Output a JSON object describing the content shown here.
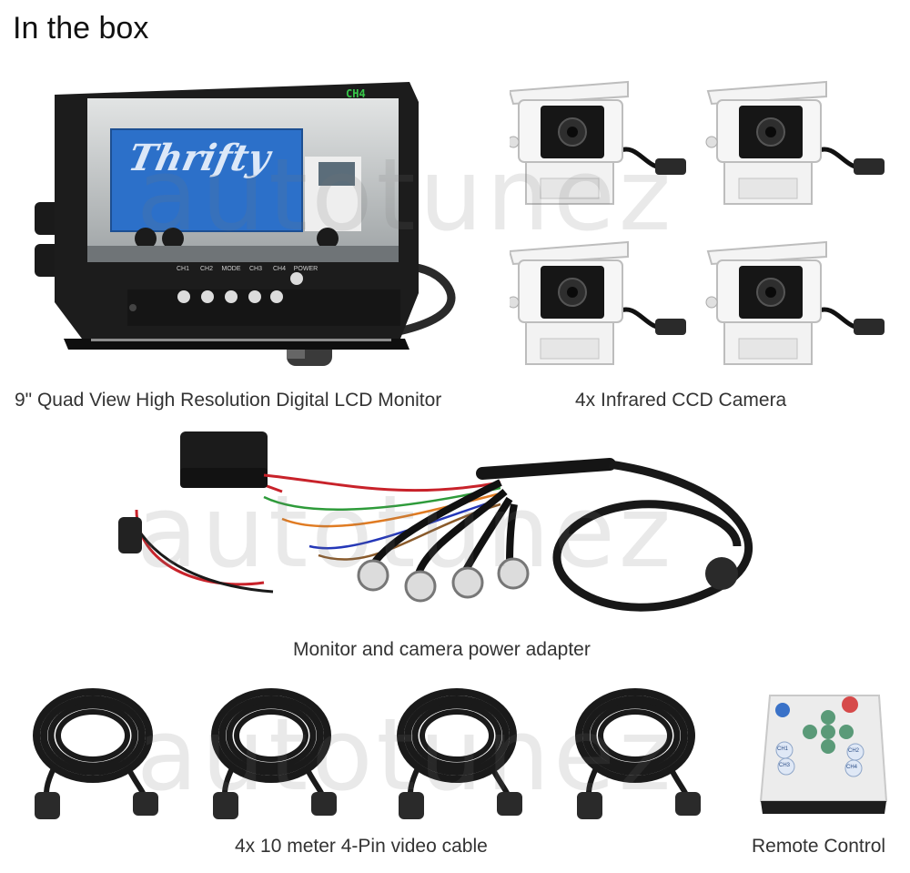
{
  "heading": "In the box",
  "watermark": "autotunez",
  "monitor": {
    "caption": "9\" Quad View High Resolution Digital LCD Monitor",
    "channel_label": "CH4",
    "truck_brand": "Thrifty",
    "buttons": [
      "CH1",
      "CH2",
      "MODE",
      "CH3",
      "CH4",
      "POWER"
    ]
  },
  "cameras": {
    "caption": "4x Infrared CCD Camera"
  },
  "adapter": {
    "caption": "Monitor and camera power adapter"
  },
  "cables": {
    "caption": "4x 10 meter 4-Pin video cable"
  },
  "remote": {
    "caption": "Remote Control",
    "buttons": [
      "CH1",
      "CH2",
      "CH3",
      "CH4"
    ]
  }
}
